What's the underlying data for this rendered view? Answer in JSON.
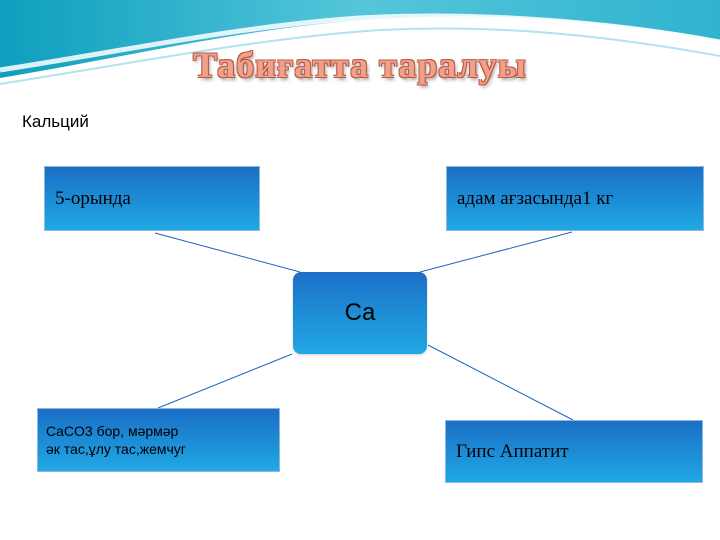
{
  "title": "Табиғатта таралуы",
  "subtitle": "Кальций",
  "diagram": {
    "center": "Ca",
    "top_left": "5-орында",
    "top_right": "адам ағзасында1 кг",
    "bottom_left": {
      "line1": "CaCO3  бор, мәрмәр",
      "line2": "әк тас,ұлу тас,жемчуг"
    },
    "bottom_right": "Гипс Аппатит"
  }
}
